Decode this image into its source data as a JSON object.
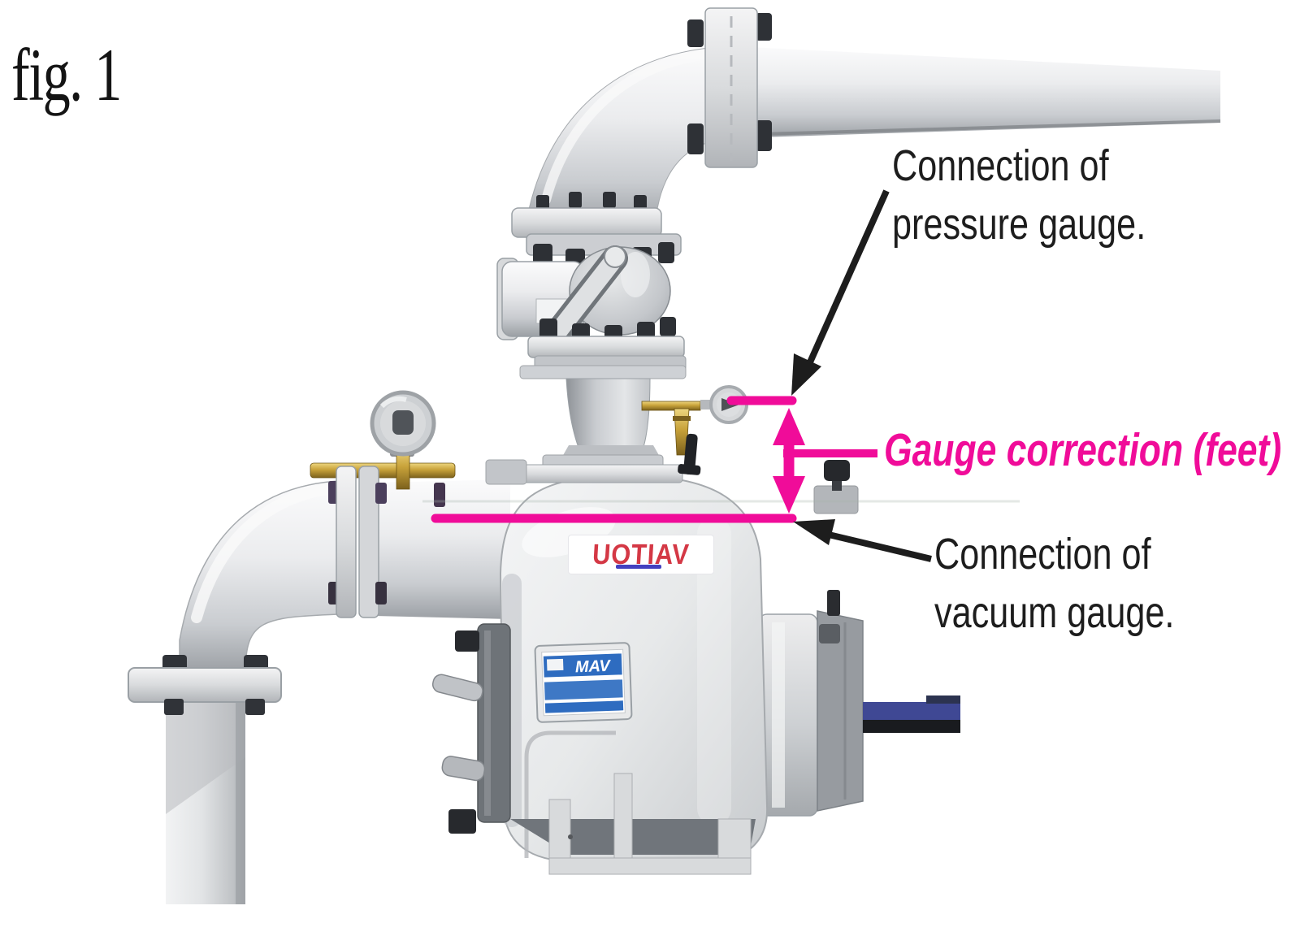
{
  "figure_label": "fig. 1",
  "annotations": {
    "pressure_gauge": {
      "line1": "Connection of",
      "line2": "pressure gauge."
    },
    "gauge_correction": {
      "label": "Gauge correction (feet)"
    },
    "vacuum_gauge": {
      "line1": "Connection of",
      "line2": "vacuum gauge."
    }
  },
  "pump": {
    "casing_logo": "UOTIAV",
    "nameplate_logo": "MAV"
  },
  "colors": {
    "annotation_magenta": "#F00C99",
    "annotation_black": "#1d1d1d",
    "logo_red": "#D43845",
    "nameplate_blue": "#2E6CC0",
    "shaft_blue": "#3F4894"
  }
}
